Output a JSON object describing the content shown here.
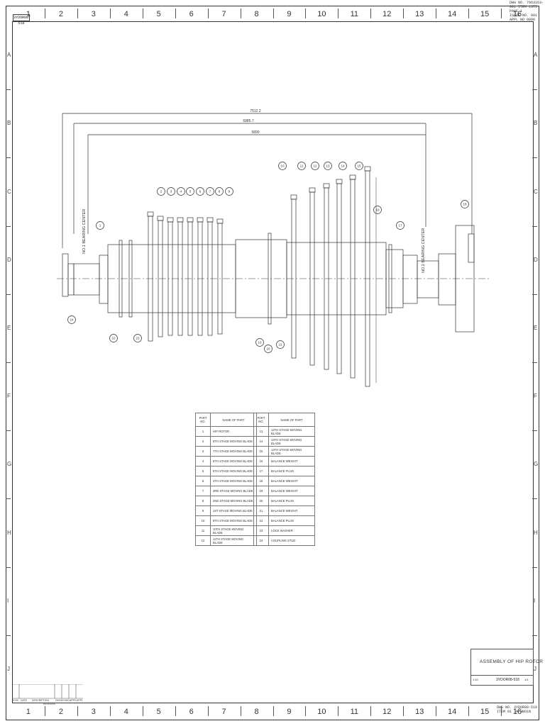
{
  "sheet": {
    "drawing_no_corner": "3YDOR08-518",
    "corner_stamp": [
      "DWG NO. 7963163-001 ITEM 1375 PAGE 1",
      "ISSUE NO. 001 APPL NO 0000"
    ],
    "zone_numbers": [
      "1",
      "2",
      "3",
      "4",
      "5",
      "6",
      "7",
      "8",
      "9",
      "10",
      "11",
      "12",
      "13",
      "14",
      "15",
      "16"
    ],
    "zone_letters": [
      "A",
      "B",
      "C",
      "D",
      "E",
      "F",
      "G",
      "H",
      "I",
      "J"
    ]
  },
  "dimensions": {
    "overall": "7512.2",
    "middle": "6985.7",
    "inner": "5890",
    "label_left": "NO.1 BEARING CENTER",
    "label_right": "NO.2 BEARING CENTER"
  },
  "balloons": [
    "1",
    "2",
    "3",
    "4",
    "5",
    "6",
    "7",
    "8",
    "9",
    "10",
    "11",
    "12",
    "13",
    "14",
    "15",
    "16",
    "17",
    "18",
    "19",
    "20",
    "21",
    "22",
    "23",
    "24"
  ],
  "parts_left_header": {
    "no": "PART NO.",
    "name": "NAME OF PART"
  },
  "parts_right_header": {
    "no": "PART NO.",
    "name": "NAME OF PART"
  },
  "parts_left": [
    {
      "no": "1",
      "name": "H/P ROTOR"
    },
    {
      "no": "2",
      "name": "8TH STAGE MOVING BLADE"
    },
    {
      "no": "3",
      "name": "7TH STAGE MOVING BLADE"
    },
    {
      "no": "4",
      "name": "6TH STAGE MOVING BLADE"
    },
    {
      "no": "5",
      "name": "5TH STAGE MOVING BLADE"
    },
    {
      "no": "6",
      "name": "4TH STAGE MOVING BLADE"
    },
    {
      "no": "7",
      "name": "3RD STAGE MOVING BLADE"
    },
    {
      "no": "8",
      "name": "2ND STAGE MOVING BLADE"
    },
    {
      "no": "9",
      "name": "1ST STAGE MOVING BLADE"
    },
    {
      "no": "10",
      "name": "9TH STAGE MOVING BLADE"
    },
    {
      "no": "11",
      "name": "10TH STAGE MOVING BLADE"
    },
    {
      "no": "12",
      "name": "11TH STAGE MOVING BLADE"
    }
  ],
  "parts_right": [
    {
      "no": "13",
      "name": "12TH STAGE MOVING BLADE"
    },
    {
      "no": "14",
      "name": "13TH STAGE MOVING BLADE"
    },
    {
      "no": "15",
      "name": "14TH STAGE MOVING BLADE"
    },
    {
      "no": "16",
      "name": "BALANCE WEIGHT"
    },
    {
      "no": "17",
      "name": "BALANCE PLUG"
    },
    {
      "no": "18",
      "name": "BALANCE WEIGHT"
    },
    {
      "no": "19",
      "name": "BALANCE WEIGHT"
    },
    {
      "no": "20",
      "name": "BALANCE PLUG"
    },
    {
      "no": "21",
      "name": "BALANCE WEIGHT"
    },
    {
      "no": "22",
      "name": "BALANCE PLUG"
    },
    {
      "no": "23",
      "name": "LOCK WASHER"
    },
    {
      "no": "24",
      "name": "COUPLING STUD"
    }
  ],
  "title_block": {
    "title": "ASSEMBLY OF HIP ROTOR",
    "scale": "1:10",
    "drawing_no": "3YDOR08-518",
    "sheet": "1/1"
  },
  "revision_block": {
    "headers": [
      "DESCRIPTION",
      "DSGD",
      "CHKD",
      "APPD",
      "APPL"
    ],
    "mark": "SYM",
    "date": "DATE",
    "section": "REVISION"
  },
  "bottom_stamp": [
    "DWG NO. 3YDOR08-518",
    "ITEM 01 JA-HBO1N"
  ]
}
